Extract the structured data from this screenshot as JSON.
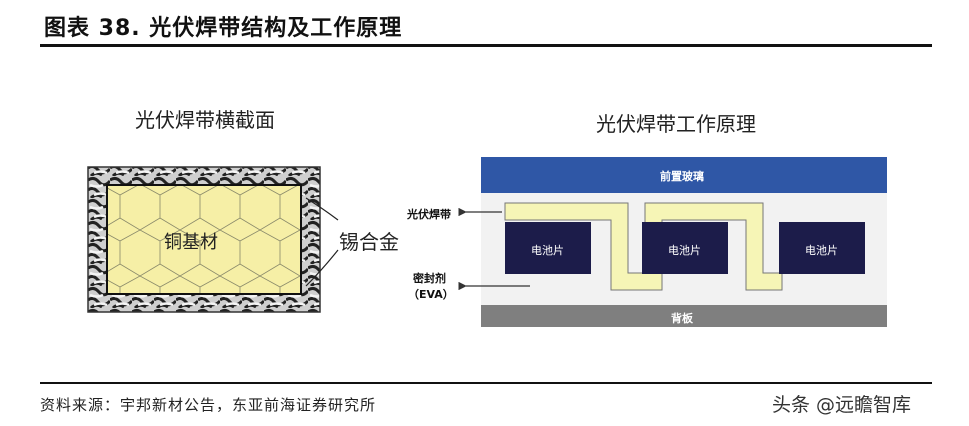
{
  "title": "图表 38. 光伏焊带结构及工作原理",
  "left": {
    "caption": "光伏焊带横截面",
    "core_label": "铜基材",
    "coating_label": "锡合金"
  },
  "right": {
    "caption": "光伏焊带工作原理",
    "glass_label": "前置玻璃",
    "backsheet_label": "背板",
    "ribbon_label": "光伏焊带",
    "encap_label_1": "密封剂",
    "encap_label_2": "（EVA）",
    "cells": [
      "电池片",
      "电池片",
      "电池片"
    ]
  },
  "source": "资料来源：宇邦新材公告，东亚前海证券研究所",
  "watermark": "头条 @远瞻智库",
  "colors": {
    "glass": "#2f57a6",
    "backsheet": "#7f7f7f",
    "cell": "#1c1c4a",
    "ribbon": "#f6f5b6",
    "core": "#f6efa6"
  }
}
